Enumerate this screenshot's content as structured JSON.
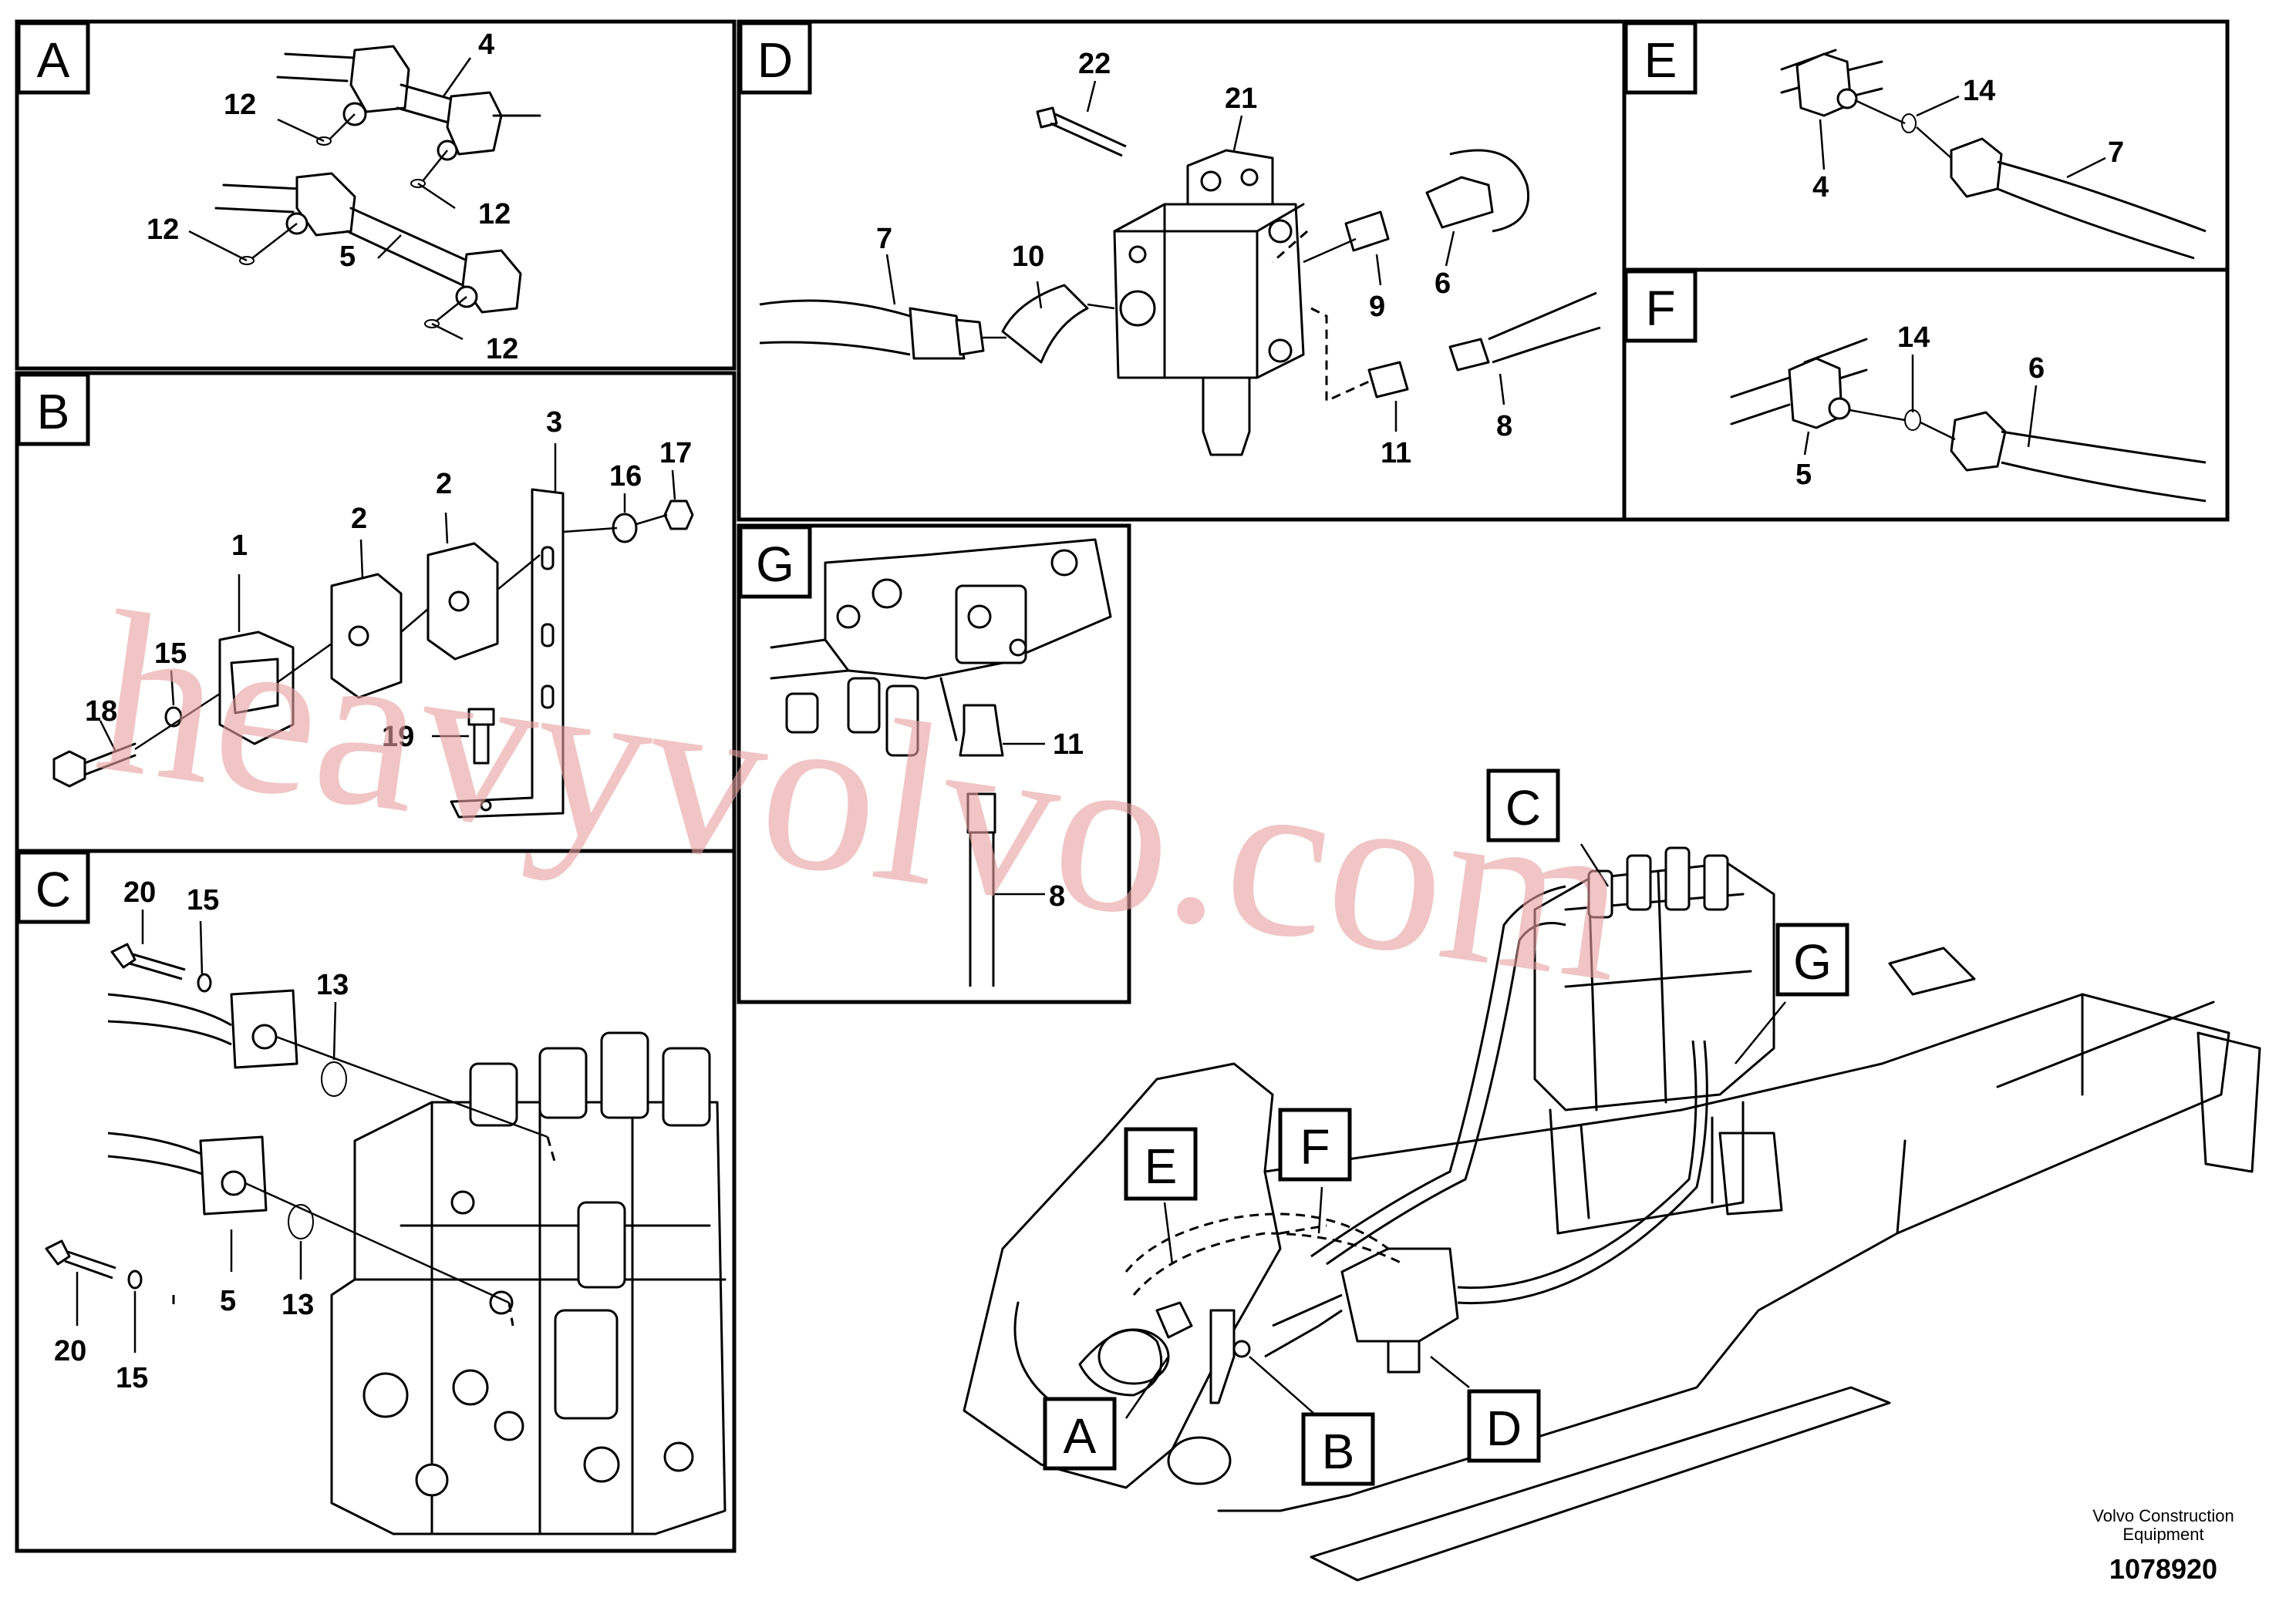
{
  "panels": {
    "A": {
      "letter": "A",
      "callouts": [
        "4",
        "12",
        "12",
        "12",
        "12",
        "5"
      ]
    },
    "B": {
      "letter": "B",
      "callouts": [
        "1",
        "2",
        "2",
        "3",
        "16",
        "17",
        "18",
        "15",
        "19"
      ]
    },
    "C": {
      "letter": "C",
      "callouts": [
        "20",
        "15",
        "13",
        "5",
        "13",
        "20",
        "15"
      ]
    },
    "D": {
      "letter": "D",
      "callouts": [
        "22",
        "21",
        "7",
        "10",
        "9",
        "6",
        "11",
        "8"
      ]
    },
    "E": {
      "letter": "E",
      "callouts": [
        "14",
        "7",
        "4"
      ]
    },
    "F": {
      "letter": "F",
      "callouts": [
        "14",
        "6",
        "5"
      ]
    },
    "G": {
      "letter": "G",
      "callouts": [
        "11",
        "8"
      ]
    }
  },
  "overview_tags": [
    "C",
    "G",
    "F",
    "E",
    "A",
    "B",
    "D"
  ],
  "watermark": "heavyvolvo.com",
  "footer": {
    "company": "Volvo Construction",
    "company2": "Equipment",
    "doc_number": "1078920"
  }
}
